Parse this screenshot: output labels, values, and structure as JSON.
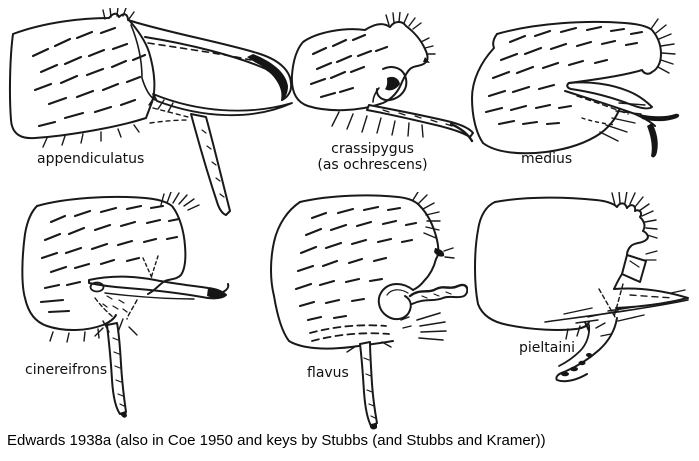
{
  "figure": {
    "background": "#ffffff",
    "ink": "#191919",
    "panels": [
      {
        "label": "appendiculatus",
        "sublabel": ""
      },
      {
        "label": "crassipygus",
        "sublabel": "(as ochrescens)"
      },
      {
        "label": "medius",
        "sublabel": ""
      },
      {
        "label": "cinereifrons",
        "sublabel": ""
      },
      {
        "label": "flavus",
        "sublabel": ""
      },
      {
        "label": "pieltaini",
        "sublabel": ""
      }
    ],
    "caption": "Edwards 1938a (also in Coe 1950 and keys by Stubbs (and Stubbs and Kramer))"
  }
}
